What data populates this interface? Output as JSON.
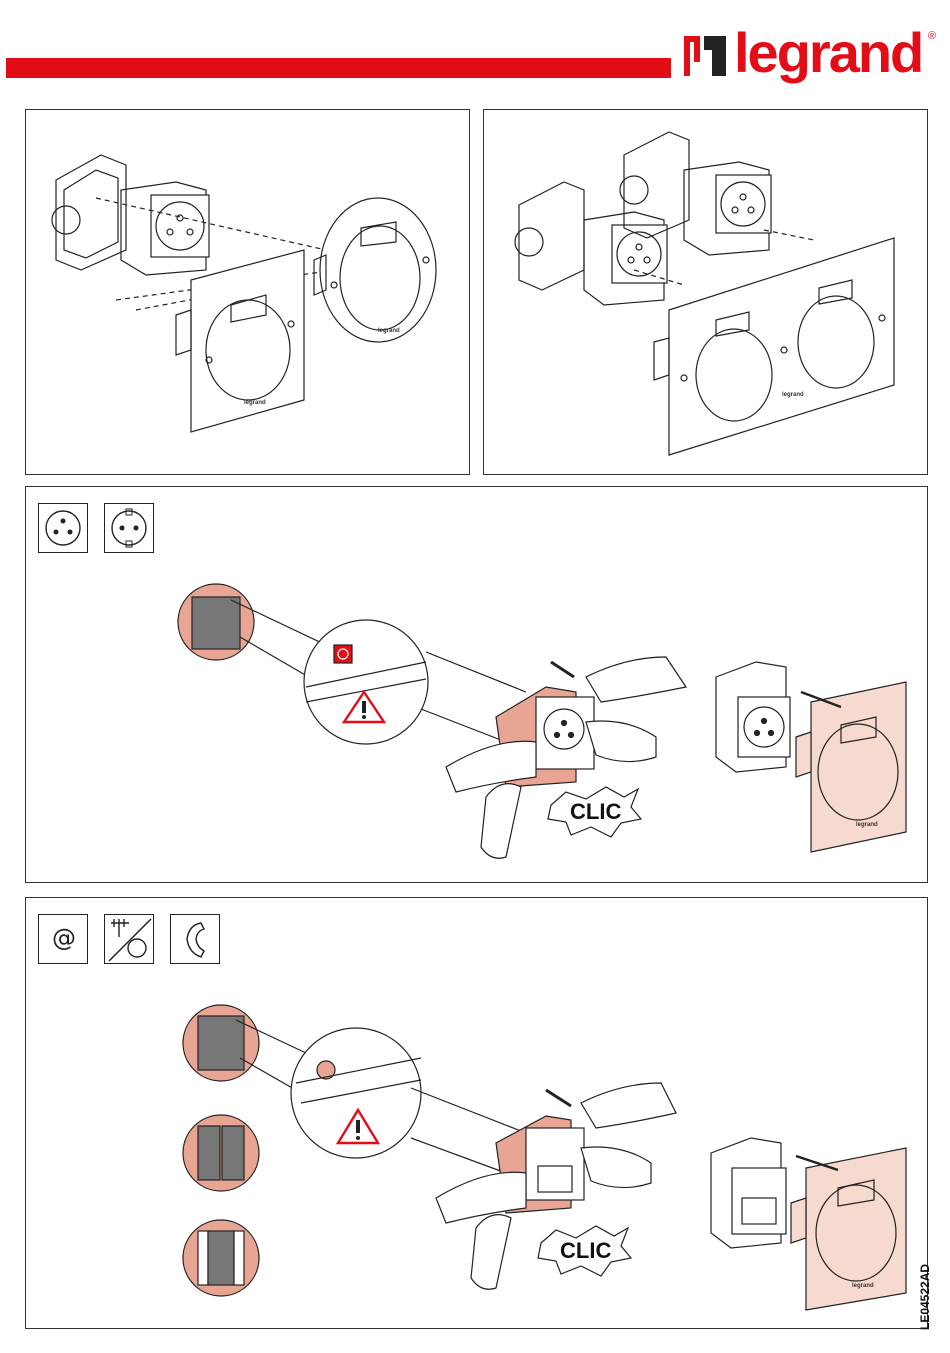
{
  "header": {
    "brand_name": "legrand",
    "registered_mark": "®",
    "accent_color": "#e30d18"
  },
  "panels": {
    "single_outlet": {
      "plate_brand": "legrand",
      "round_plate_brand": "legrand"
    },
    "double_outlet": {
      "plate_brand": "legrand"
    },
    "power_step": {
      "icons": [
        "french-socket-icon",
        "schuko-socket-icon"
      ],
      "click_label": "CLIC",
      "plate_brand": "legrand",
      "plate_tint": "#f6d9cf"
    },
    "data_step": {
      "icons": [
        "at-sign-icon",
        "tv-antenna-sat-icon",
        "telephone-icon"
      ],
      "at_symbol": "@",
      "click_label": "CLIC",
      "plate_brand": "legrand",
      "plate_tint": "#f6d9cf"
    }
  },
  "document_ref": "LE04522AD"
}
